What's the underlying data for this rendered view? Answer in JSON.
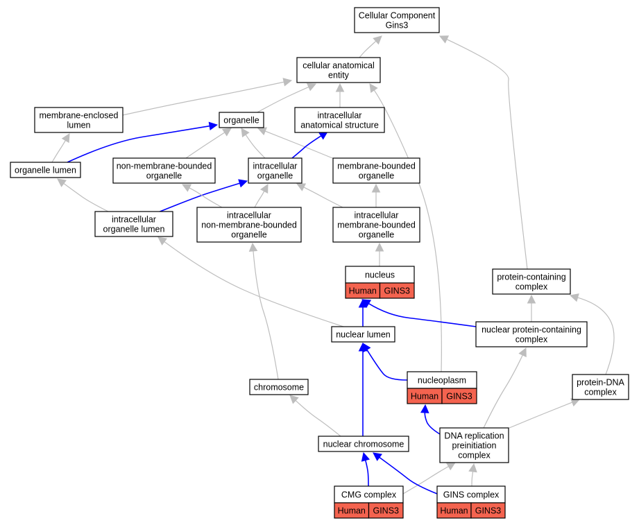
{
  "diagram": {
    "nodes": [
      {
        "id": "root",
        "lines": [
          "Cellular Component",
          "Gins3"
        ]
      },
      {
        "id": "cae",
        "lines": [
          "cellular anatomical",
          "entity"
        ]
      },
      {
        "id": "mel",
        "lines": [
          "membrane-enclosed",
          "lumen"
        ]
      },
      {
        "id": "organelle",
        "lines": [
          "organelle"
        ]
      },
      {
        "id": "ias",
        "lines": [
          "intracellular",
          "anatomical structure"
        ]
      },
      {
        "id": "olumen",
        "lines": [
          "organelle lumen"
        ]
      },
      {
        "id": "nmbo",
        "lines": [
          "non-membrane-bounded",
          "organelle"
        ]
      },
      {
        "id": "io",
        "lines": [
          "intracellular",
          "organelle"
        ]
      },
      {
        "id": "mbo",
        "lines": [
          "membrane-bounded",
          "organelle"
        ]
      },
      {
        "id": "iol",
        "lines": [
          "intracellular",
          "organelle lumen"
        ]
      },
      {
        "id": "inmbo",
        "lines": [
          "intracellular",
          "non-membrane-bounded",
          "organelle"
        ]
      },
      {
        "id": "imbo",
        "lines": [
          "intracellular",
          "membrane-bounded",
          "organelle"
        ]
      },
      {
        "id": "nucleus",
        "lines": [
          "nucleus"
        ],
        "tags": [
          "Human",
          "GINS3"
        ]
      },
      {
        "id": "pcc",
        "lines": [
          "protein-containing",
          "complex"
        ]
      },
      {
        "id": "nlumen",
        "lines": [
          "nuclear lumen"
        ]
      },
      {
        "id": "npcc",
        "lines": [
          "nuclear protein-containing",
          "complex"
        ]
      },
      {
        "id": "nucleoplasm",
        "lines": [
          "nucleoplasm"
        ],
        "tags": [
          "Human",
          "GINS3"
        ]
      },
      {
        "id": "pdna",
        "lines": [
          "protein-DNA",
          "complex"
        ]
      },
      {
        "id": "chromosome",
        "lines": [
          "chromosome"
        ]
      },
      {
        "id": "nchrom",
        "lines": [
          "nuclear chromosome"
        ]
      },
      {
        "id": "dnarpc",
        "lines": [
          "DNA replication",
          "preinitiation",
          "complex"
        ]
      },
      {
        "id": "cmg",
        "lines": [
          "CMG complex"
        ],
        "tags": [
          "Human",
          "GINS3"
        ]
      },
      {
        "id": "gins",
        "lines": [
          "GINS complex"
        ],
        "tags": [
          "Human",
          "GINS3"
        ]
      }
    ],
    "edges": [
      {
        "from": "cae",
        "to": "root",
        "color": "gray"
      },
      {
        "from": "pcc",
        "to": "root",
        "color": "gray"
      },
      {
        "from": "mel",
        "to": "cae",
        "color": "gray"
      },
      {
        "from": "organelle",
        "to": "cae",
        "color": "gray"
      },
      {
        "from": "ias",
        "to": "cae",
        "color": "gray"
      },
      {
        "from": "nucleoplasm",
        "to": "cae",
        "color": "gray"
      },
      {
        "from": "olumen",
        "to": "mel",
        "color": "gray"
      },
      {
        "from": "olumen",
        "to": "organelle",
        "color": "blue"
      },
      {
        "from": "nmbo",
        "to": "organelle",
        "color": "gray"
      },
      {
        "from": "io",
        "to": "organelle",
        "color": "gray"
      },
      {
        "from": "mbo",
        "to": "organelle",
        "color": "gray"
      },
      {
        "from": "io",
        "to": "ias",
        "color": "blue"
      },
      {
        "from": "iol",
        "to": "olumen",
        "color": "gray"
      },
      {
        "from": "iol",
        "to": "io",
        "color": "blue"
      },
      {
        "from": "inmbo",
        "to": "nmbo",
        "color": "gray"
      },
      {
        "from": "inmbo",
        "to": "io",
        "color": "gray"
      },
      {
        "from": "imbo",
        "to": "io",
        "color": "gray"
      },
      {
        "from": "imbo",
        "to": "mbo",
        "color": "gray"
      },
      {
        "from": "nucleus",
        "to": "imbo",
        "color": "gray"
      },
      {
        "from": "nlumen",
        "to": "iol",
        "color": "gray"
      },
      {
        "from": "nlumen",
        "to": "nucleus",
        "color": "blue"
      },
      {
        "from": "npcc",
        "to": "nucleus",
        "color": "blue"
      },
      {
        "from": "npcc",
        "to": "pcc",
        "color": "gray"
      },
      {
        "from": "pdna",
        "to": "pcc",
        "color": "gray"
      },
      {
        "from": "nucleoplasm",
        "to": "nlumen",
        "color": "blue"
      },
      {
        "from": "chromosome",
        "to": "inmbo",
        "color": "gray"
      },
      {
        "from": "nchrom",
        "to": "chromosome",
        "color": "gray"
      },
      {
        "from": "nchrom",
        "to": "nlumen",
        "color": "blue"
      },
      {
        "from": "dnarpc",
        "to": "nucleoplasm",
        "color": "blue"
      },
      {
        "from": "dnarpc",
        "to": "npcc",
        "color": "gray"
      },
      {
        "from": "dnarpc",
        "to": "pdna",
        "color": "gray"
      },
      {
        "from": "cmg",
        "to": "nchrom",
        "color": "blue"
      },
      {
        "from": "cmg",
        "to": "dnarpc",
        "color": "gray"
      },
      {
        "from": "gins",
        "to": "nchrom",
        "color": "blue"
      },
      {
        "from": "gins",
        "to": "dnarpc",
        "color": "gray"
      }
    ]
  }
}
